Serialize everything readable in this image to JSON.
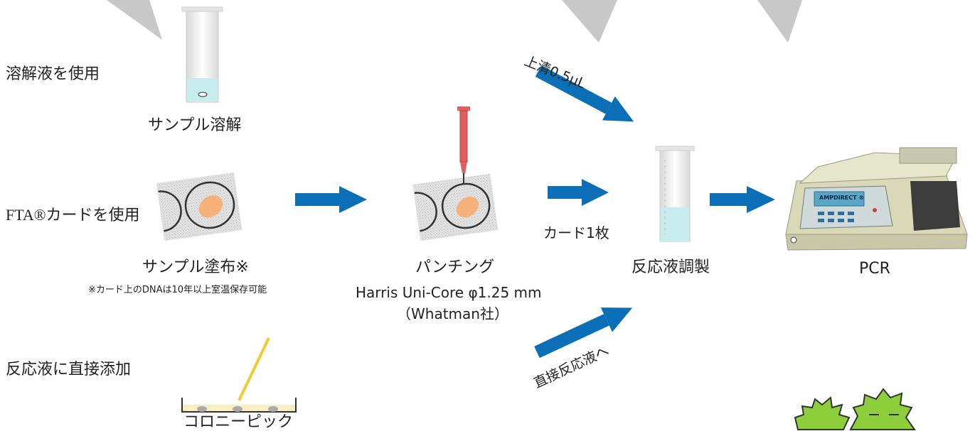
{
  "rows": {
    "dissolve": "溶解液を使用",
    "fta": "FTA®カードを使用",
    "direct": "反応液に直接添加"
  },
  "steps": {
    "sample_dissolve": "サンプル溶解",
    "sample_apply": "サンプル塗布※",
    "sample_apply_note": "※カード上のDNAは10年以上室温保存可能",
    "punching": "パンチング",
    "punching_tool": "Harris Uni-Core φ1.25 mm",
    "punching_maker": "（Whatman社）",
    "reaction_prep": "反応液調製",
    "pcr": "PCR",
    "colony_pick": "コロニーピック"
  },
  "arrows": {
    "supernatant": "上清0.5μL",
    "card_one": "カード1枚",
    "direct_to_reaction": "直接反応液へ"
  },
  "device": {
    "screen_text": "AMPDIRECT ®"
  },
  "colors": {
    "arrow_blue": "#0a6fb6",
    "callout_gray": "#c8c8c8",
    "tube_liquid": "#c6ecec",
    "punch_red": "#e06060",
    "sample_orange": "#f6b07a",
    "character_green": "#8ccf3a"
  }
}
